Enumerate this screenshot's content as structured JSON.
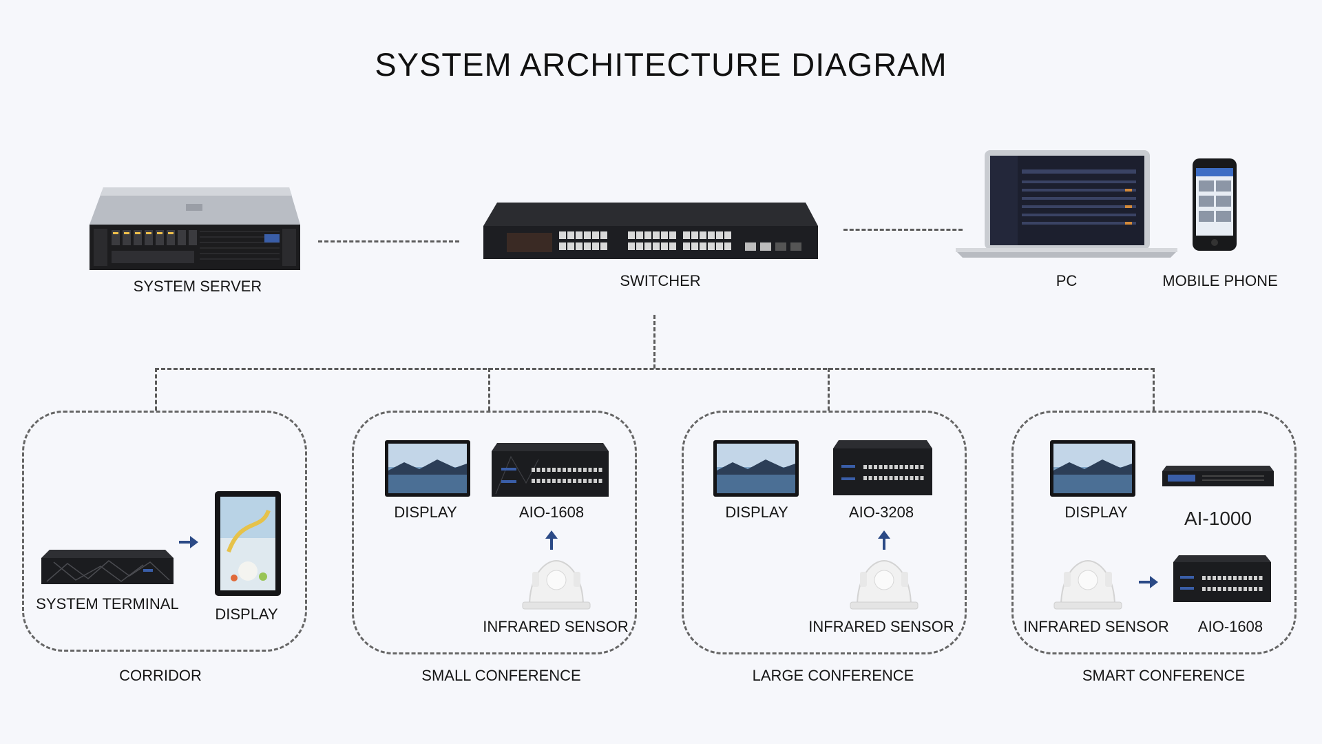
{
  "title": "SYSTEM ARCHITECTURE DIAGRAM",
  "top_row": {
    "server_label": "SYSTEM SERVER",
    "switcher_label": "SWITCHER",
    "pc_label": "PC",
    "mobile_label": "MOBILE PHONE"
  },
  "zones": {
    "corridor": {
      "title": "CORRIDOR",
      "terminal_label": "SYSTEM TERMINAL",
      "display_label": "DISPLAY"
    },
    "small": {
      "title": "SMALL CONFERENCE",
      "display_label": "DISPLAY",
      "controller_label": "AIO-1608",
      "sensor_label": "INFRARED SENSOR"
    },
    "large": {
      "title": "LARGE CONFERENCE",
      "display_label": "DISPLAY",
      "controller_label": "AIO-3208",
      "sensor_label": "INFRARED SENSOR"
    },
    "smart": {
      "title": "SMART CONFERENCE",
      "display_label": "DISPLAY",
      "ai_label": "AI-1000",
      "sensor_label": "INFRARED SENSOR",
      "controller_label": "AIO-1608"
    }
  },
  "colors": {
    "background": "#f6f7fb",
    "connector": "#5b5b5b",
    "arrow": "#2b4a86",
    "device_dark": "#1b1b1d"
  },
  "icons": [
    "server-icon",
    "switch-icon",
    "laptop-icon",
    "mobile-phone-icon",
    "display-icon",
    "tablet-display-icon",
    "terminal-box-icon",
    "matrix-controller-icon",
    "infrared-sensor-icon",
    "rack-unit-icon",
    "arrow-right-icon",
    "arrow-up-icon"
  ]
}
